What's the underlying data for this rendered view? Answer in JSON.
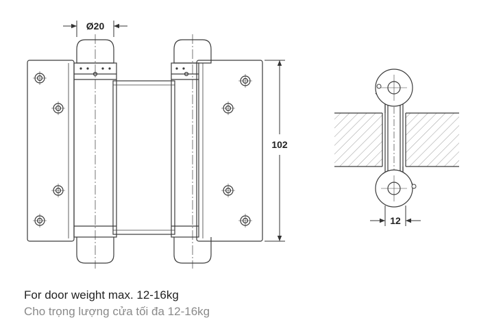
{
  "dimensions": {
    "barrel_diameter": "Ø20",
    "plate_height": "102",
    "door_gap": "12"
  },
  "captions": {
    "english": "For door weight max. 12-16kg",
    "vietnamese": "Cho trọng lượng cửa tối đa 12-16kg"
  },
  "colors": {
    "line": "#3a3a3a",
    "hatch": "#9a9a9a",
    "caption_primary": "#222222",
    "caption_secondary": "#8a8a8a"
  }
}
